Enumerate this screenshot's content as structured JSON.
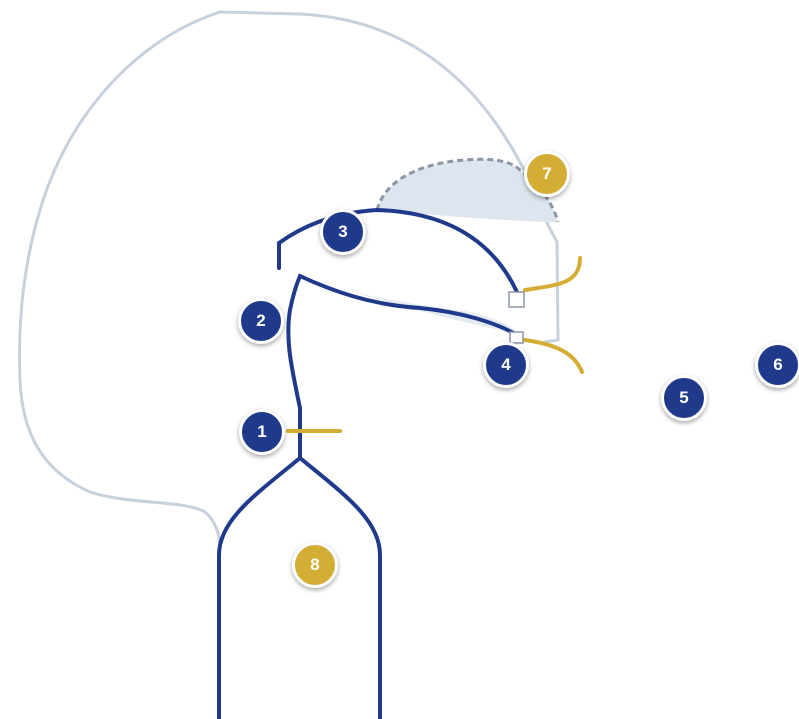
{
  "colors": {
    "navy": "#1f3a8a",
    "gold": "#d4ad35",
    "outline": "#c7d1de",
    "shade": "#dde5ef",
    "dash": "#8a95a5"
  },
  "markers": [
    {
      "id": "m1",
      "label": "1",
      "color": "navy"
    },
    {
      "id": "m2",
      "label": "2",
      "color": "navy"
    },
    {
      "id": "m3",
      "label": "3",
      "color": "navy"
    },
    {
      "id": "m4",
      "label": "4",
      "color": "navy"
    },
    {
      "id": "m5",
      "label": "5",
      "color": "navy"
    },
    {
      "id": "m6",
      "label": "6",
      "color": "navy"
    },
    {
      "id": "m7",
      "label": "7",
      "color": "gold"
    },
    {
      "id": "m8",
      "label": "8",
      "color": "gold"
    }
  ]
}
